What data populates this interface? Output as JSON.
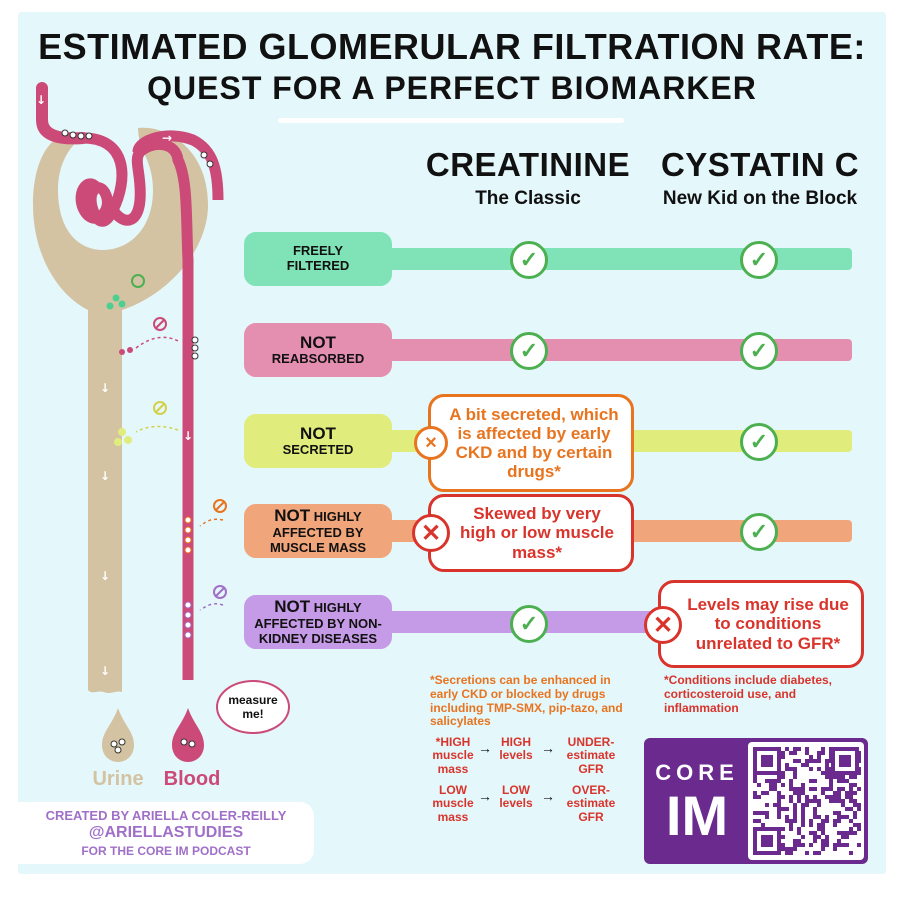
{
  "title": {
    "line1": "ESTIMATED GLOMERULAR FILTRATION RATE:",
    "line2": "QUEST FOR A PERFECT BIOMARKER"
  },
  "columns": {
    "creatinine": {
      "name": "CREATININE",
      "sub": "The Classic"
    },
    "cystatin": {
      "name": "CYSTATIN C",
      "sub": "New Kid on the Block"
    }
  },
  "criteria": {
    "filtered": {
      "line1": "FREELY",
      "line2": "FILTERED",
      "color": "#7fe3b7"
    },
    "reabsorbed": {
      "lead": "NOT",
      "rest": "REABSORBED",
      "color": "#e58fb0"
    },
    "secreted": {
      "lead": "NOT",
      "rest": "SECRETED",
      "color": "#e0ec7c"
    },
    "muscle": {
      "lead": "NOT",
      "lead_rest": "HIGHLY",
      "line2": "AFFECTED BY",
      "line3": "MUSCLE MASS",
      "color": "#f0a57a"
    },
    "disease": {
      "lead": "NOT",
      "lead_rest": "HIGHLY",
      "line2": "AFFECTED BY NON-",
      "line3": "KIDNEY DISEASES",
      "color": "#c59ae6"
    }
  },
  "notes": {
    "secretion": "A bit secreted, which is affected by early CKD and by certain drugs*",
    "muscle": "Skewed by very high or low muscle mass*",
    "levels": "Levels may rise due to conditions unrelated to GFR*"
  },
  "footnotes": {
    "secretions": "*Secretions can be enhanced in early CKD or blocked by drugs including TMP-SMX, pip-tazo, and salicylates",
    "conditions": "*Conditions include diabetes, corticosteroid use, and inflammation"
  },
  "flows": {
    "high": {
      "a": "*HIGH muscle mass",
      "b": "HIGH levels",
      "c": "UNDER-estimate GFR"
    },
    "low": {
      "a": "LOW muscle mass",
      "b": "LOW levels",
      "c": "OVER-estimate GFR"
    }
  },
  "diagram": {
    "urine_label": "Urine",
    "blood_label": "Blood",
    "bubble": "measure me!"
  },
  "credits": {
    "line1": "CREATED BY ARIELLA COLER-REILLY",
    "line2": "@ARIELLASTUDIES",
    "line3": "FOR THE CORE IM PODCAST"
  },
  "logo": {
    "line1": "CORE",
    "line2": "IM"
  },
  "colors": {
    "background": "#e4f7fb",
    "tubule": "#d3c3a3",
    "blood": "#cc4a78",
    "check": "#4caf50",
    "orange": "#e8741f",
    "red": "#d9342b",
    "purple": "#a070c8",
    "logo": "#6a2a8e"
  },
  "icons": [
    "check-icon",
    "x-icon",
    "no-entry-icon",
    "qr-code-icon",
    "arrow-right-icon"
  ]
}
